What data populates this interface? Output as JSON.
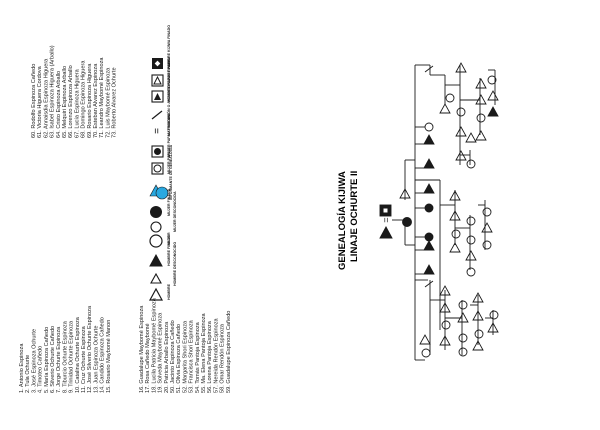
{
  "title": {
    "line1": "GENEALOGÍA KIJIWA",
    "line2": "LINAJE OCHURTE II"
  },
  "names_col1": [
    "1. Antonio Espinoza",
    "2. Tula Ochurte",
    "3. José Espinoza Ochurte",
    "4. Timoteo Cañedo",
    "5. María Espinoza Cañedo",
    "6. Silverio Ochurte Cañedo",
    "7. Jorge Ochurte Espinoza",
    "8. Tiburcio Ochurte Espinoza",
    "9. Trinidad Ochurte Espinoza",
    "10. Catalina Ochurte Espinoza",
    "11. Cruz Ochurte Espinoza",
    "12. José Silverio Ochurte Espinoza",
    "13. Juan Espinoza Ochurte",
    "14. Candido Espinoza Cañedo",
    "15. Rosario Maybomé Manon"
  ],
  "names_col2": [
    "16. Guadalupe Maybomé Espinoza",
    "17. Rosa Cañedo Maybomé",
    "18. Lucila Patricia Maybomé Espinoza",
    "19. Solveda Maybomé Espinoza",
    "20. Patricia Arballo Espinoza",
    "50. Jacinto Espinoza Cañedo",
    "51. Olivia Espinoza Cañedo",
    "52. Margarita Shori Espinoza",
    "53. Francisca Shori Espinoza",
    "54. Tomás Pantoja Espinoza",
    "55. Ma. Elena Pantoja Espinoza",
    "56. Lorena Pantoja Espinoza",
    "57. Nereida Rendón Espinoza",
    "58. Omar Rendón Espinoza",
    "59. Guadalupe Espinoza Cañedo"
  ],
  "names_col3": [
    "60. Rodolfo Espinoza Cañedo",
    "61. Victoria Higuera Cordova",
    "62. Annaisdia Espinoza Higuera",
    "63. Isabel Espinoza Higuera (Arballo)",
    "64. Cristo Espinoza Arballo",
    "65. Melquiri Espinoza Arballo",
    "66. Lorenzo Espinoza Arballo",
    "67. Lucía Espinoza Higuera",
    "68. Domingo Espinoza Higuera",
    "69. Rosario Espinoza Higuera",
    "70. Esteban Alvarez Espinoza",
    "71. Leandro Maybomé Espinoza",
    "72. Luis Maybomé Espinoza",
    "73. Roberto Alvarez Ochurte"
  ],
  "legend_a": [
    {
      "symbol": "triangle-open",
      "label": "HOMBRE"
    },
    {
      "symbol": "triangle-open-small",
      "label": "HOMBRE DESCONOCIDO"
    },
    {
      "symbol": "triangle-filled",
      "label": "HOMBRE FINADO"
    },
    {
      "symbol": "circle-open",
      "label": "MUJER"
    },
    {
      "symbol": "circle-open-small",
      "label": "MUJER DESCONOCIDA"
    },
    {
      "symbol": "circle-filled",
      "label": "MUJER FINADA"
    },
    {
      "symbol": "triangle-circle-blue",
      "label": "INFORMANTE DE GENEALOGÍA"
    }
  ],
  "legend_b": [
    {
      "symbol": "square-circle",
      "label": "MUJER PAPAU"
    },
    {
      "symbol": "square-dot",
      "label": "MUJER PAPAU FINADA"
    },
    {
      "symbol": "equals",
      "label": "MATRIMONIO"
    },
    {
      "symbol": "slash",
      "label": "UNIÓN O AMASIATO"
    },
    {
      "symbol": "square-triangle-filled",
      "label": "HOMBRE PAPAU FINADO"
    },
    {
      "symbol": "square-triangle",
      "label": "HOMBRE PAPAU"
    },
    {
      "symbol": "diamond-square",
      "label": "HOMBRE KIJIWA FINADO"
    }
  ],
  "colors": {
    "ink": "#1a1a1a",
    "informant": "#29a8e0"
  }
}
